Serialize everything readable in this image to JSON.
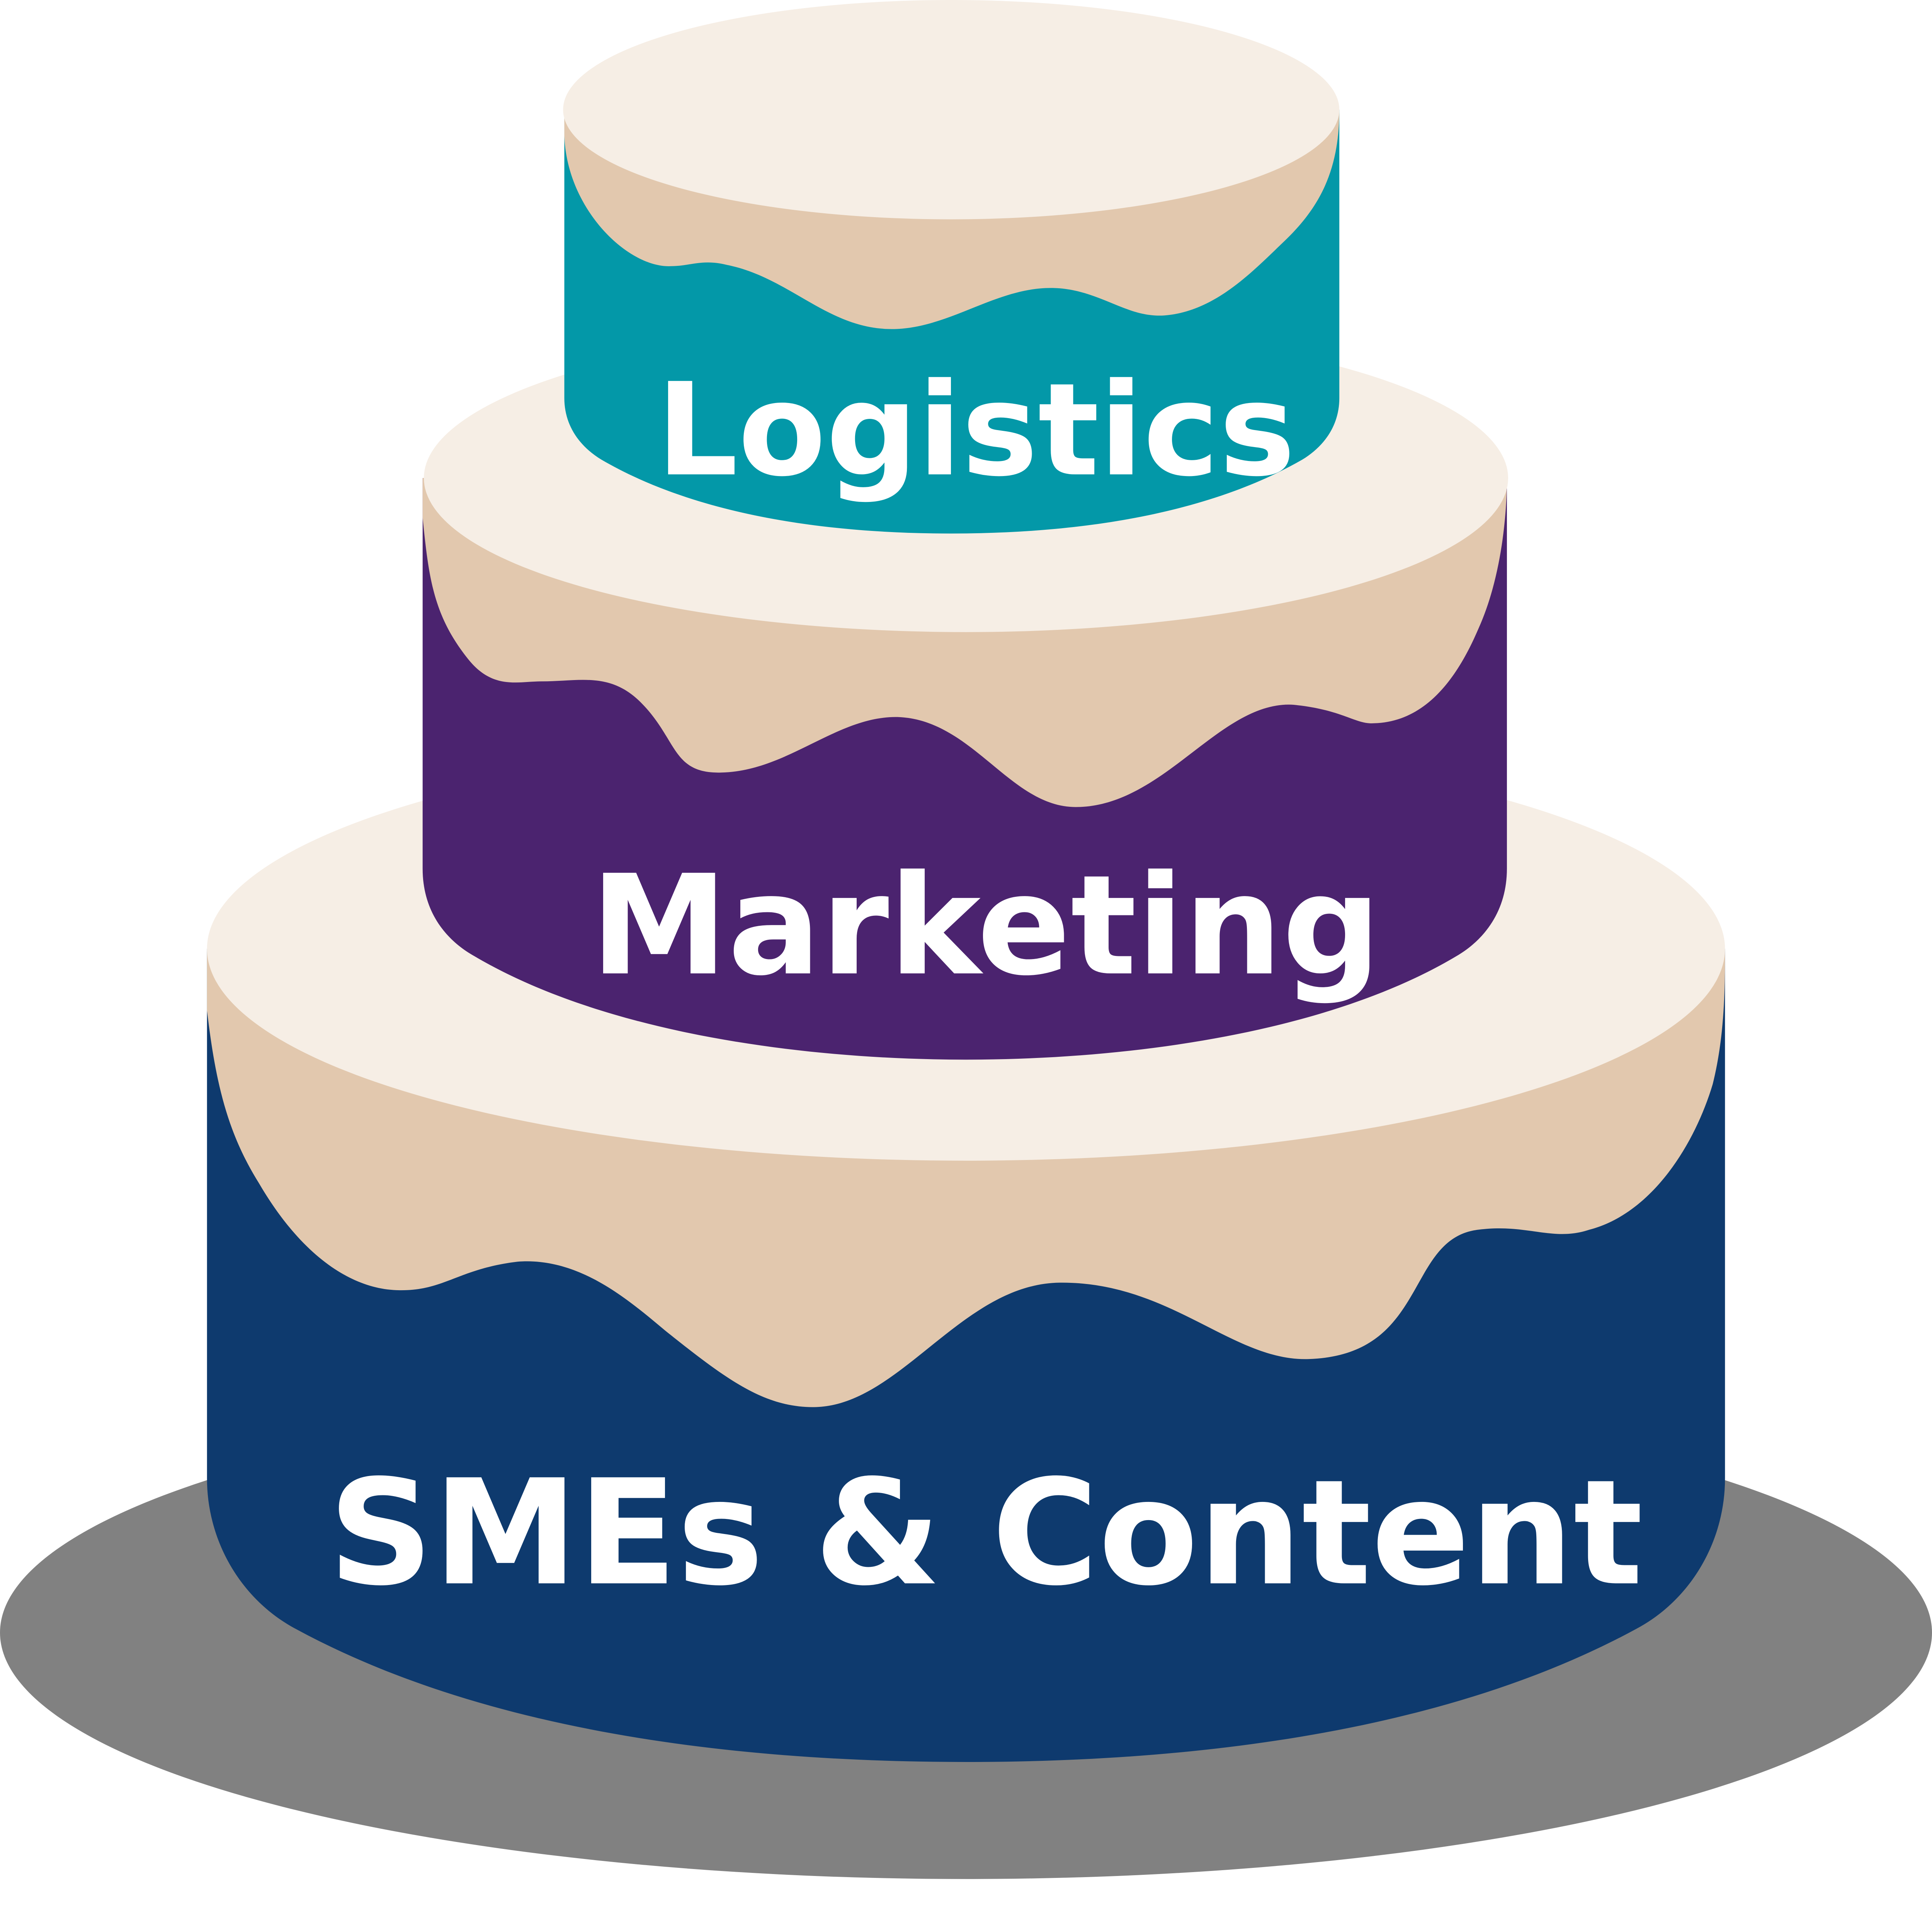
{
  "tiers": [
    {
      "label": "SMEs & Content",
      "color": "#0e3a6e"
    },
    {
      "label": "Marketing",
      "color": "#4b236f"
    },
    {
      "label": "Logistics",
      "color": "#0398a8"
    }
  ],
  "colors": {
    "plate": "#818181",
    "icing": "#e2c8ae",
    "cake_top": "#f6eee5",
    "text": "#ffffff"
  }
}
